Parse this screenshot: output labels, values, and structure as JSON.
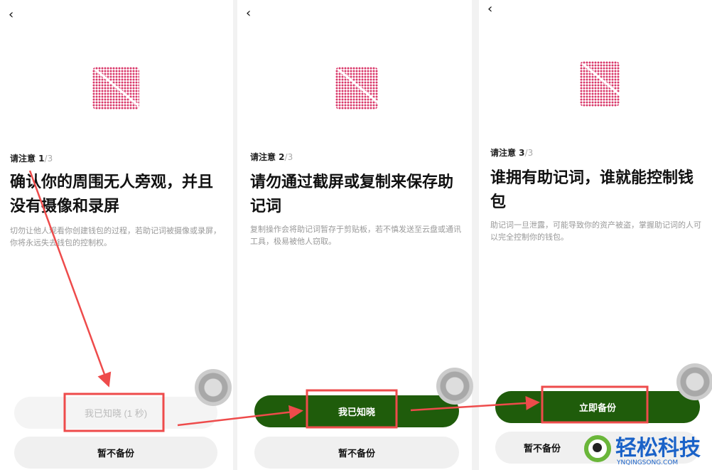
{
  "screens": [
    {
      "step": "请注意 1",
      "total": "/3",
      "title": "确认你的周围无人旁观，并且没有摄像和录屏",
      "desc": "切勿让他人观看你创建钱包的过程，若助记词被摄像或录屏，你将永远失去钱包的控制权。",
      "primary": "我已知晓 (1 秒)",
      "primary_state": "disabled",
      "secondary": "暂不备份",
      "icon": "camera-off-icon"
    },
    {
      "step": "请注意 2",
      "total": "/3",
      "title": "请勿通过截屏或复制来保存助记词",
      "desc": "复制操作会将助记词暂存于剪贴板，若不慎发送至云盘或通讯工具，极易被他人窃取。",
      "primary": "我已知晓",
      "primary_state": "enabled",
      "secondary": "暂不备份",
      "icon": "copy-off-icon"
    },
    {
      "step": "请注意 3",
      "total": "/3",
      "title": "谁拥有助记词，谁就能控制钱包",
      "desc": "助记词一旦泄露，可能导致你的资产被盗，掌握助记词的人可以完全控制你的钱包。",
      "primary": "立即备份",
      "primary_state": "enabled",
      "secondary": "暂不备份",
      "icon": "chess-knight-off-icon"
    }
  ],
  "back": "‹",
  "colors": {
    "primary": "#1f5c0b",
    "icon": "#d9386a",
    "annotation": "#ee4b4b"
  },
  "watermark": {
    "name": "轻松科技",
    "url": "YNQINGSONG.COM"
  }
}
